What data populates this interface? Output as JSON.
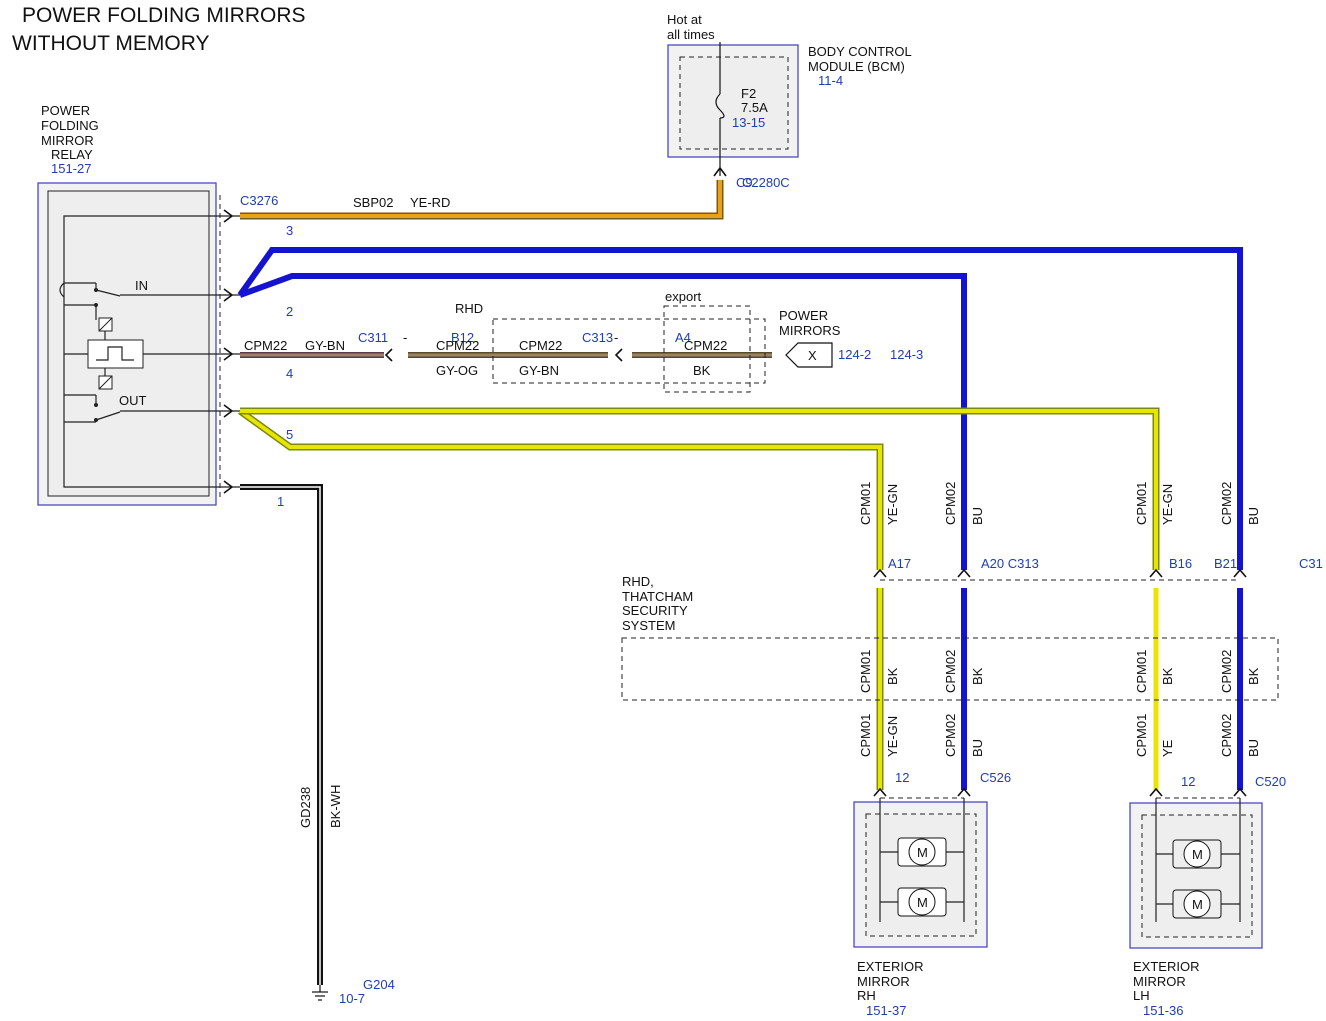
{
  "title": {
    "line1": "POWER FOLDING MIRRORS",
    "line2": "WITHOUT MEMORY"
  },
  "relay": {
    "name_lines": [
      "POWER",
      "FOLDING",
      "MIRROR",
      "RELAY"
    ],
    "ref": "151-27",
    "pin_in": "IN",
    "pin_out": "OUT",
    "connector": "C3276",
    "pins": [
      "3",
      "2",
      "4",
      "5",
      "1"
    ]
  },
  "bcm": {
    "hot_lines": [
      "Hot at",
      "all times"
    ],
    "name_lines": [
      "BODY CONTROL",
      "MODULE (BCM)"
    ],
    "ref": "11-4",
    "fuse": "F2",
    "fuse_rating": "7.5A",
    "fuse_ref": "13-15",
    "connector": "C2280C",
    "connector_pin": "C9"
  },
  "wires": {
    "sbp02": {
      "circuit": "SBP02",
      "color": "YE-RD"
    },
    "cpm22_relay": {
      "circuit": "CPM22",
      "color": "GY-BN"
    },
    "cpm22_mid1": {
      "circuit": "CPM22",
      "color": "GY-OG"
    },
    "cpm22_mid2": {
      "circuit": "CPM22",
      "color": "GY-BN"
    },
    "cpm22_export": {
      "circuit": "CPM22",
      "color": "BK"
    },
    "gd238": {
      "circuit": "GD238",
      "color": "BK-WH"
    },
    "cpm01": "CPM01",
    "cpm02": "CPM02",
    "ye_gn": "YE-GN",
    "ye": "YE",
    "bu": "BU",
    "bk": "BK"
  },
  "connectors": {
    "c311": "C311",
    "c311_pin": "-",
    "b12": "B12",
    "c313": "C313",
    "c313_pin": "-",
    "a4": "A4",
    "a17": "A17",
    "a20_c313": "A20 C313",
    "b16": "B16",
    "b21": "B21",
    "c31": "C31",
    "rh_pin_a": "12",
    "rh_conn": "C526",
    "lh_pin_a": "12",
    "lh_conn": "C520"
  },
  "options": {
    "rhd": "RHD",
    "export": "export",
    "thatcham_lines": [
      "RHD,",
      "THATCHAM",
      "SECURITY",
      "SYSTEM"
    ]
  },
  "power_mirrors": {
    "name_lines": [
      "POWER",
      "MIRRORS"
    ],
    "symbol": "X",
    "ref1": "124-2",
    "ref2": "124-3"
  },
  "ground": {
    "name": "G204",
    "ref": "10-7"
  },
  "mirror_rh": {
    "name_lines": [
      "EXTERIOR",
      "MIRROR",
      "RH"
    ],
    "ref": "151-37",
    "motor": "M"
  },
  "mirror_lh": {
    "name_lines": [
      "EXTERIOR",
      "MIRROR",
      "LH"
    ],
    "ref": "151-36",
    "motor": "M"
  },
  "colors": {
    "yellow": "#e8e600",
    "yellow_green_edge": "#7a8a10",
    "blue": "#1414d0",
    "orange": "#e5a21a",
    "gray_brown": "#9a8466",
    "black": "#111111",
    "label_blue": "#1f3fb0"
  }
}
